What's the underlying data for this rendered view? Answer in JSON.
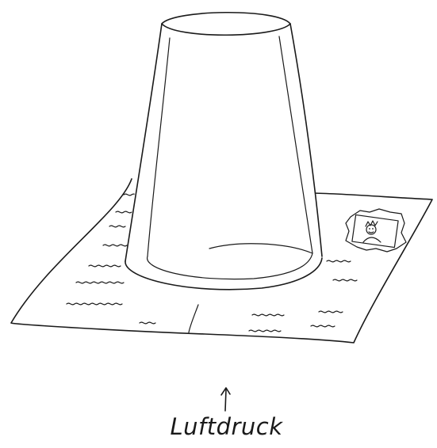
{
  "label": {
    "text": "Luftdruck",
    "arrow_direction": "up"
  },
  "illustration": {
    "objects": [
      "inverted-glass",
      "postcard",
      "stamp"
    ]
  }
}
